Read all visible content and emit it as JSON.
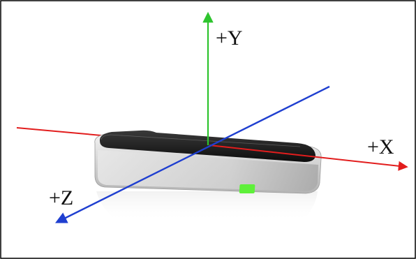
{
  "diagram": {
    "axes": [
      {
        "id": "x",
        "label": "+X",
        "color": "#e21d1d"
      },
      {
        "id": "y",
        "label": "+Y",
        "color": "#2ec42e"
      },
      {
        "id": "z",
        "label": "+Z",
        "color": "#1f3fd0"
      }
    ],
    "device": {
      "icon": "motion-sensor-device-icon",
      "indicator_color": "#5ef03a",
      "body_color": "#dcdcdc",
      "top_color": "#1a1a1a"
    },
    "frame_color": "#000000"
  }
}
